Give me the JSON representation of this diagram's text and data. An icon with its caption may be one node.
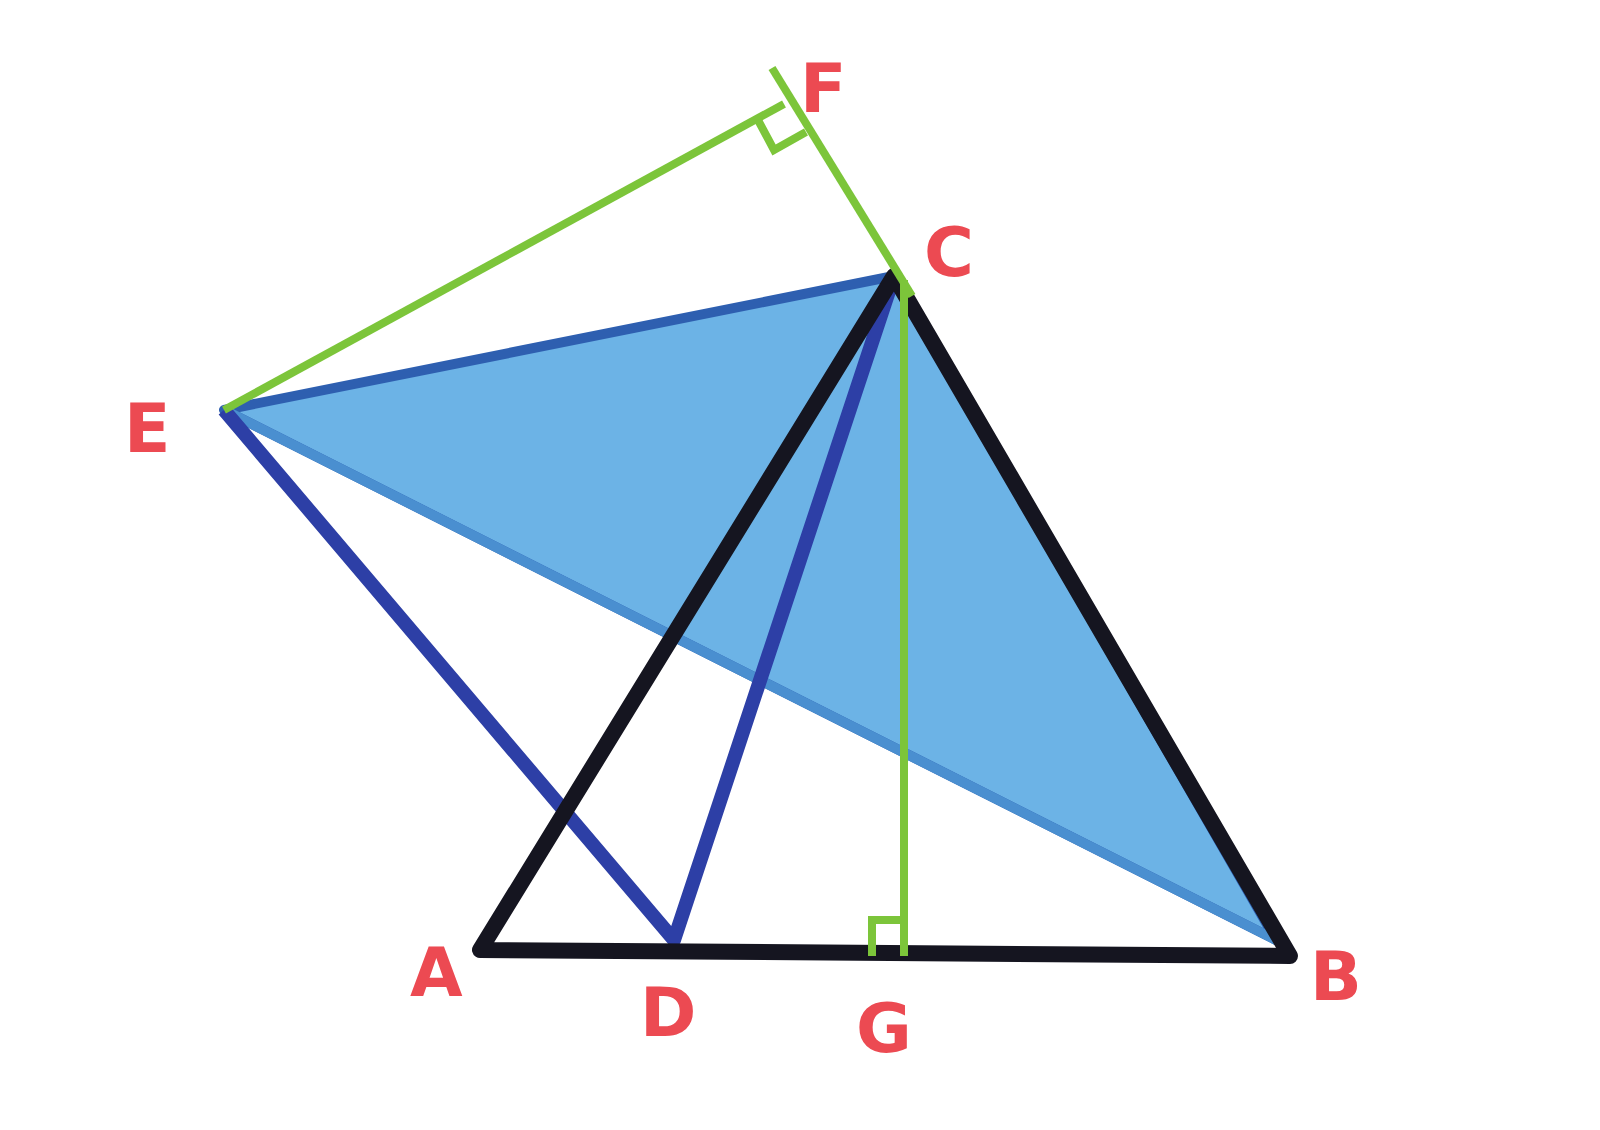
{
  "diagram": {
    "labels": [
      "F",
      "C",
      "E",
      "A",
      "D",
      "G",
      "B"
    ]
  }
}
